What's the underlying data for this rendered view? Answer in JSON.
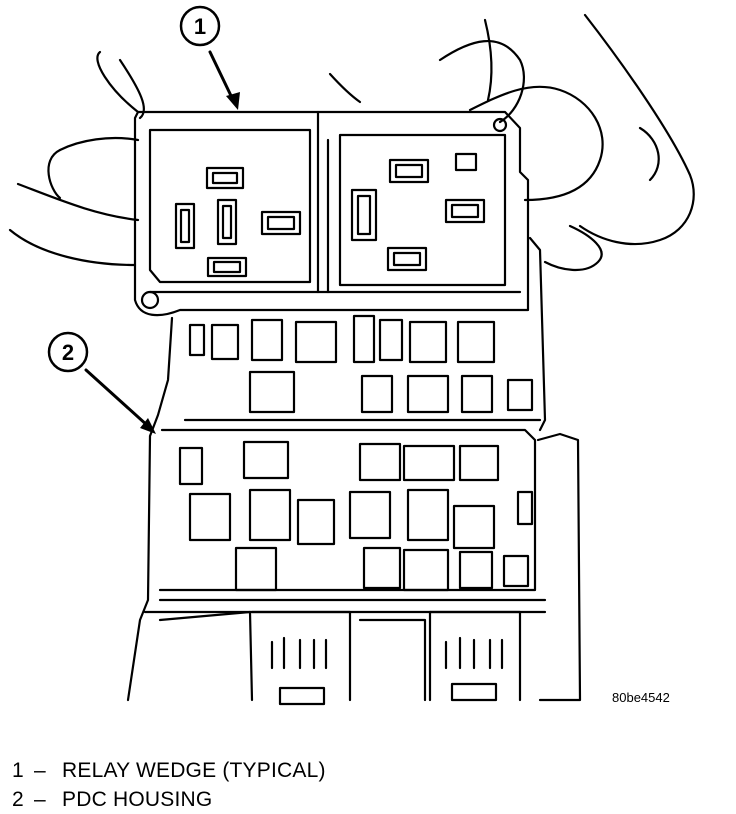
{
  "callouts": [
    {
      "number": "1"
    },
    {
      "number": "2"
    }
  ],
  "figure_id": "80be4542",
  "legend": [
    {
      "number": "1",
      "separator": "–",
      "label": "RELAY WEDGE (TYPICAL)"
    },
    {
      "number": "2",
      "separator": "–",
      "label": "PDC HOUSING"
    }
  ]
}
